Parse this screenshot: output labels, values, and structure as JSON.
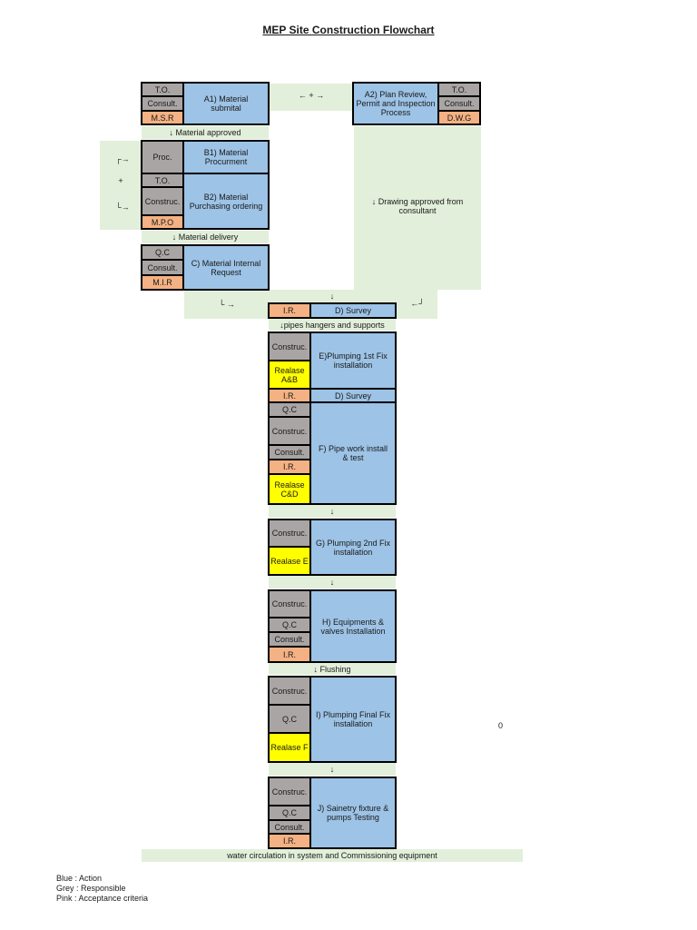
{
  "title": "MEP Site Construction Flowchart",
  "connectors": {
    "a1_a2_arrow": "← + →",
    "material_approved": "↓ Material approved",
    "b_bracket_top": "┌→",
    "b_bracket_plus": "+",
    "b_bracket_bottom": "└→",
    "material_delivery": "↓ Material delivery",
    "drawing_approved": "↓  Drawing approved from consultant",
    "join_left": "└ →",
    "join_down": "↓",
    "join_right": "←┘",
    "pipes_hangers": "↓pipes hangers and supports",
    "down_after_f": "↓",
    "down_after_g": "↓",
    "flushing": "↓ Flushing",
    "down_after_i": "↓",
    "commissioning": "water circulation in system and Commissioning equipment"
  },
  "steps": {
    "a1": {
      "action": "A1) Material submital",
      "roles": [
        "T.O.",
        "Consult."
      ],
      "criteria": "M.S.R"
    },
    "a2": {
      "action": "A2) Plan Review, Permit and Inspection Process",
      "roles": [
        "T.O.",
        "Consult."
      ],
      "criteria": "D.W.G"
    },
    "b1": {
      "action": "B1) Material Procurment",
      "roles": [
        "Proc."
      ]
    },
    "b2": {
      "action": "B2) Material Purchasing ordering",
      "roles": [
        "T.O.",
        "Construc."
      ],
      "criteria": "M.P.O"
    },
    "c": {
      "action": "C) Material Internal Request",
      "roles": [
        "Q.C",
        "Consult."
      ],
      "criteria": "M.I.R"
    },
    "d1": {
      "action": "D) Survey",
      "criteria": "I.R."
    },
    "e": {
      "action": "E)Plumping 1st Fix installation",
      "roles": [
        "Construc."
      ],
      "release": "Realase A&B"
    },
    "d2": {
      "action": "D) Survey",
      "criteria": "I.R."
    },
    "f": {
      "action": "F) Pipe work install & test",
      "roles": [
        "Q.C",
        "Construc.",
        "Consult."
      ],
      "criteria": "I.R.",
      "release": "Realase C&D"
    },
    "g": {
      "action": "G) Plumping 2nd Fix installation",
      "roles": [
        "Construc."
      ],
      "release": "Realase E"
    },
    "h": {
      "action": "H) Equipments & valves Installation",
      "roles": [
        "Construc.",
        "Q.C",
        "Consult."
      ],
      "criteria": "I.R."
    },
    "i": {
      "action": "I) Plumping Final Fix installation",
      "roles": [
        "Construc.",
        "Q.C"
      ],
      "release": "Realase F"
    },
    "j": {
      "action": "J) Sainetry fixture & pumps Testing",
      "roles": [
        "Construc.",
        "Q.C",
        "Consult."
      ],
      "criteria": "I.R."
    }
  },
  "stray_value": "0",
  "legend": [
    "Blue : Action",
    "Grey : Responsible",
    "Pink : Acceptance criteria"
  ],
  "colors": {
    "action_blue": "#9dc3e6",
    "responsible_grey": "#aaa5a5",
    "criteria_pink": "#f4b183",
    "release_yellow": "#ffff00",
    "connector_green": "#e2efda"
  }
}
